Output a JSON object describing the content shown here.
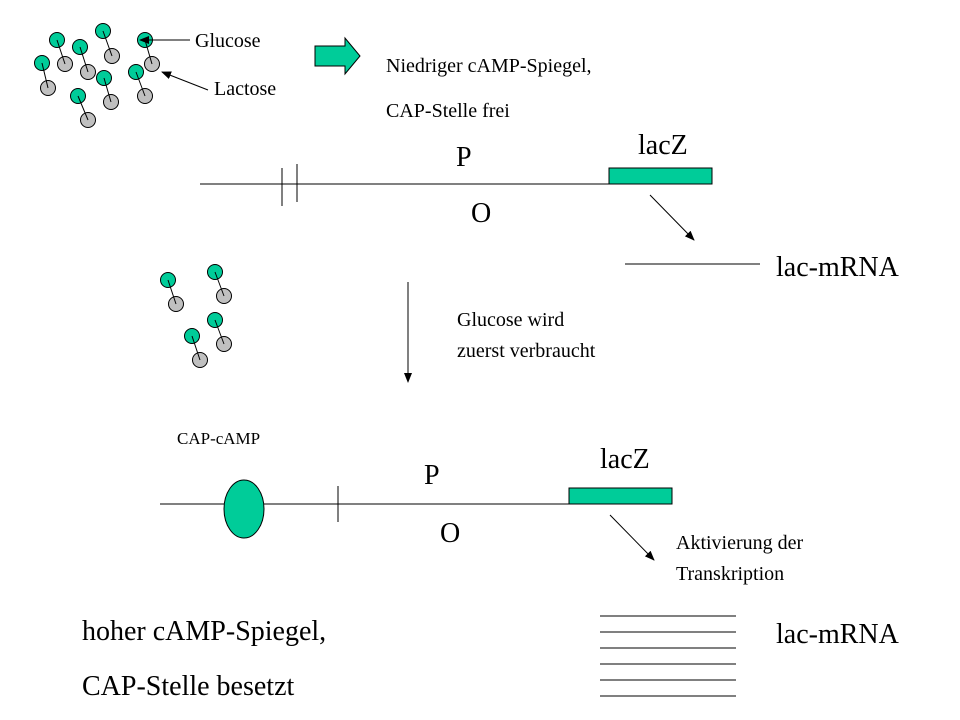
{
  "labels": {
    "glucose": "Glucose",
    "lactose": "Lactose",
    "state_top_1": "Niedriger cAMP-Spiegel,",
    "state_top_2": "CAP-Stelle frei",
    "promoter_top": "P",
    "operator_top": "O",
    "lacz_top": "lacZ",
    "mrna_top": "lac-mRNA",
    "process_1": "Glucose wird",
    "process_2": "zuerst verbraucht",
    "cap_camp": "CAP-cAMP",
    "promoter_bottom": "P",
    "operator_bottom": "O",
    "lacz_bottom": "lacZ",
    "activation_1": "Aktivierung der",
    "activation_2": "Transkription",
    "state_bottom_1": "hoher cAMP-Spiegel,",
    "state_bottom_2": "CAP-Stelle besetzt",
    "mrna_bottom": "lac-mRNA"
  },
  "colors": {
    "glucose": "#00cc99",
    "lactose": "#c0c0c0",
    "gene": "#00cc99"
  }
}
